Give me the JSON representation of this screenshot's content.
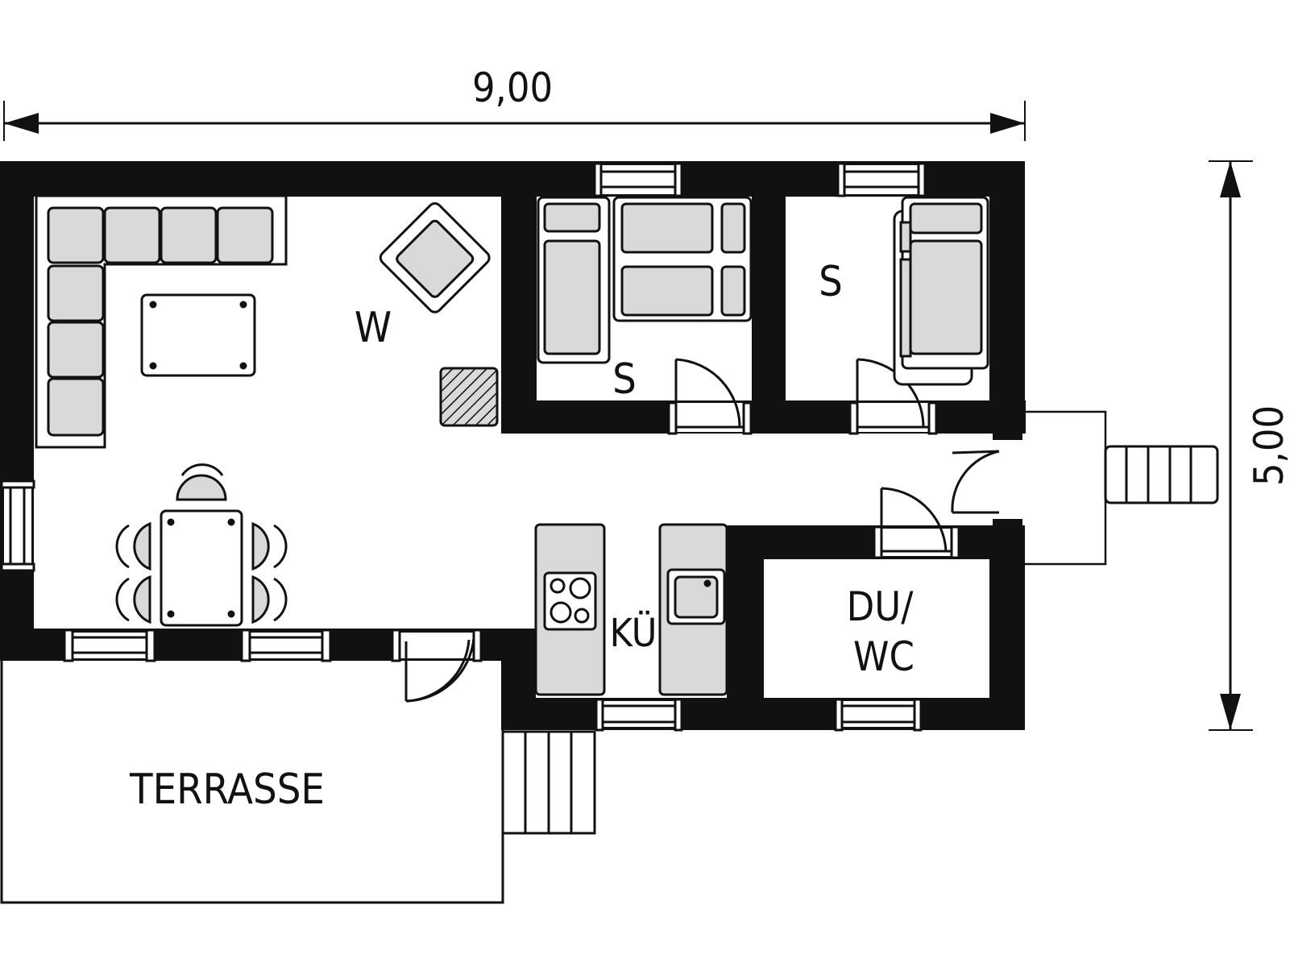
{
  "dimensions": {
    "width_label": "9,00",
    "height_label": "5,00"
  },
  "rooms": {
    "living": "W",
    "bedroom_1": "S",
    "bedroom_2": "S",
    "kitchen": "KÜ",
    "bath_line1": "DU/",
    "bath_line2": "WC",
    "terrace": "TERRASSE"
  },
  "colors": {
    "wall": "#111111",
    "furniture_fill": "#d9d9d9",
    "line": "#111111",
    "background": "#ffffff"
  }
}
